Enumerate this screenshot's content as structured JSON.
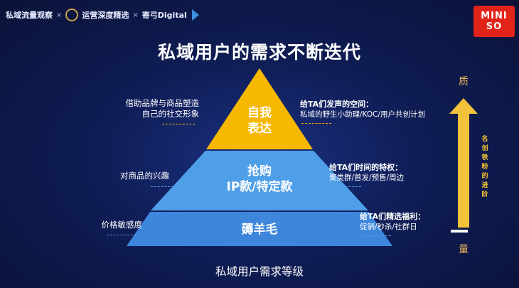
{
  "header": {
    "brand1": "私域流量观察",
    "brand2": "运营深度精选",
    "brand3": "寄弓Digital",
    "separator": "×"
  },
  "logo": {
    "line1": "MINI",
    "line2": "SO"
  },
  "title": "私域用户的需求不断迭代",
  "tiers": [
    {
      "text_line1": "自我",
      "text_line2": "表达",
      "color": "#f7b800",
      "left_label_line1": "借助品牌与商品塑造",
      "left_label_line2": "自己的社交形象",
      "right_title": "给TA们发声的空间：",
      "right_desc": "私域的野生小助理/KOC/用户共创计划"
    },
    {
      "text_line1": "抢购",
      "text_line2": "IP款/特定款",
      "color": "#4f9ee8",
      "left_label_line1": "对商品的兴趣",
      "right_title": "给TA们时间的特权：",
      "right_desc": "聚类群/首发/预售/周边"
    },
    {
      "text_line1": "薅羊毛",
      "color": "#3d86dc",
      "left_label_line1": "价格敏感度",
      "right_title": "给TA们精选福利：",
      "right_desc": "促销/秒杀/社群日"
    }
  ],
  "axis": {
    "top": "质",
    "bottom": "量",
    "label": "名创铁粉的进阶",
    "arrow_color": "#f2c23a"
  },
  "bottom_label": "私域用户需求等级"
}
